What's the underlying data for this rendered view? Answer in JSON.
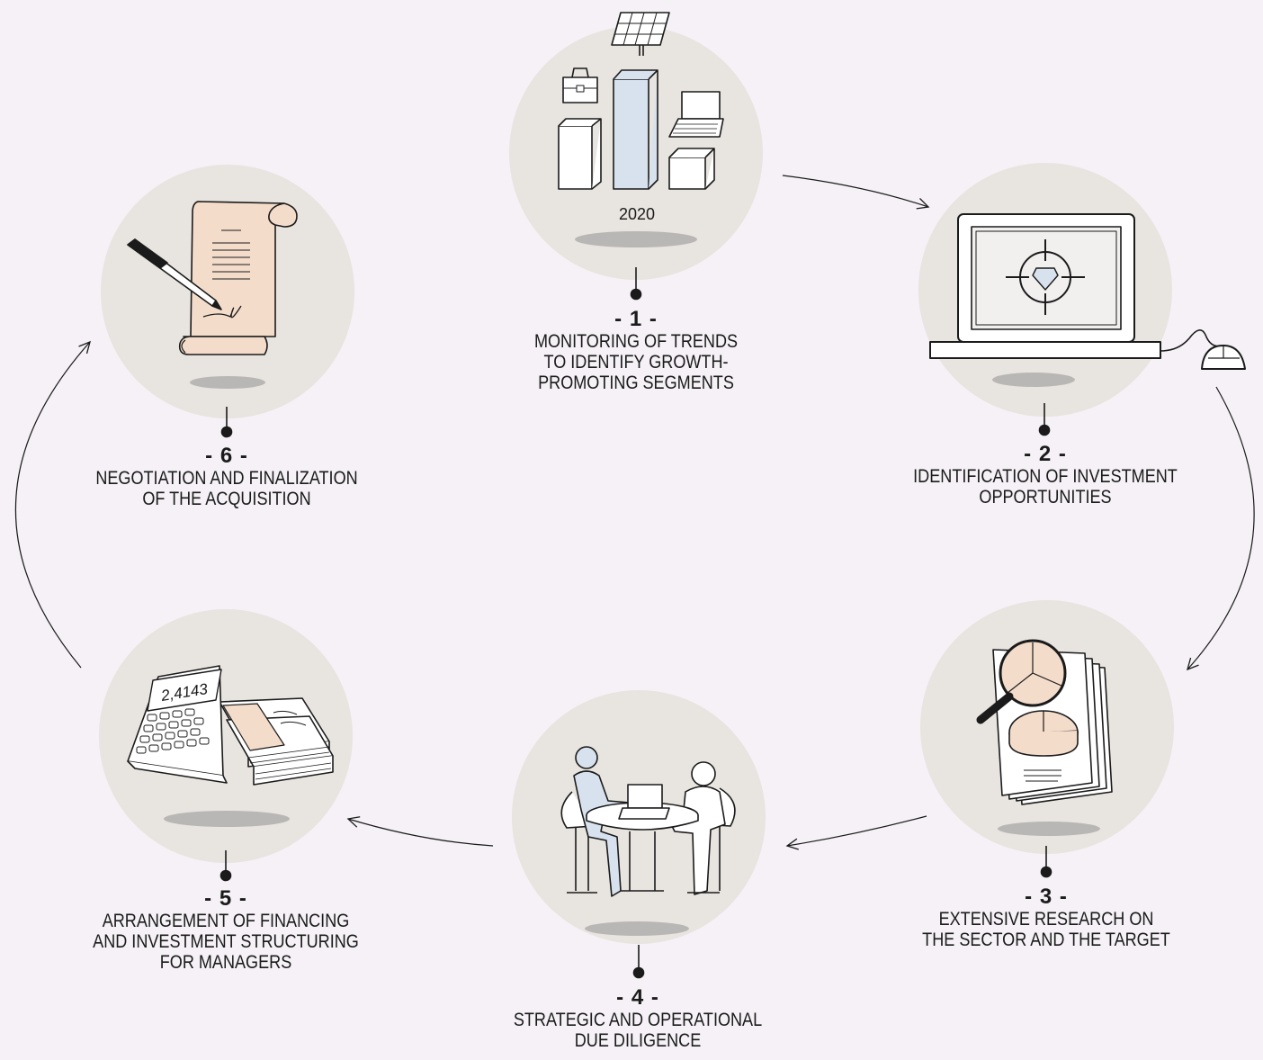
{
  "colors": {
    "background": "#f5f1f6",
    "circle": "#e8e4df",
    "shadow": "#b9b7b5",
    "ink": "#1b1b1b",
    "accent_blue": "#d8e2ee",
    "accent_peach": "#f4dccb"
  },
  "steps": [
    {
      "number": "- 1 -",
      "lines": [
        "MONITORING OF TRENDS",
        "TO IDENTIFY GROWTH-",
        "PROMOTING SEGMENTS"
      ],
      "icon": "bar-chart-trends-icon",
      "icon_text": "2020"
    },
    {
      "number": "- 2 -",
      "lines": [
        "IDENTIFICATION OF INVESTMENT",
        "OPPORTUNITIES"
      ],
      "icon": "laptop-target-diamond-icon"
    },
    {
      "number": "- 3 -",
      "lines": [
        "EXTENSIVE RESEARCH ON",
        "THE SECTOR AND THE TARGET"
      ],
      "icon": "magnifier-report-icon"
    },
    {
      "number": "- 4 -",
      "lines": [
        "STRATEGIC AND OPERATIONAL",
        "DUE DILIGENCE"
      ],
      "icon": "meeting-table-icon"
    },
    {
      "number": "- 5 -",
      "lines": [
        "ARRANGEMENT OF FINANCING",
        "AND INVESTMENT STRUCTURING",
        "FOR MANAGERS"
      ],
      "icon": "calculator-money-icon",
      "icon_text": "2,4143"
    },
    {
      "number": "- 6 -",
      "lines": [
        "NEGOTIATION AND FINALIZATION",
        "OF THE ACQUISITION"
      ],
      "icon": "contract-signing-icon"
    }
  ]
}
